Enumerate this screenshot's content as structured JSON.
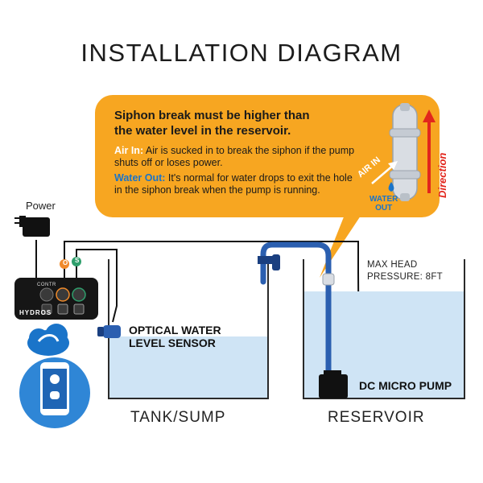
{
  "title": "INSTALLATION DIAGRAM",
  "callout": {
    "heading_line1": "Siphon break must be higher than",
    "heading_line2": "the water level in the reservoir.",
    "air_in_label": "Air In:",
    "air_in_text": " Air is sucked in to break the siphon if the pump shuts off or loses power.",
    "water_out_label": "Water Out:",
    "water_out_text": " It's normal for water drops to exit the hole in the siphon break when the pump is running.",
    "air_in_arrow_label": "AIR IN",
    "water_out_arrow_line1": "WATER",
    "water_out_arrow_line2": "OUT",
    "direction_label": "Direction"
  },
  "labels": {
    "power": "Power",
    "optical_sensor_line1": "OPTICAL WATER",
    "optical_sensor_line2": "LEVEL SENSOR",
    "max_head_line1": "MAX HEAD",
    "max_head_line2": "PRESSURE: 8FT",
    "pump": "DC MICRO PUMP",
    "tank": "TANK/SUMP",
    "reservoir": "RESERVOIR"
  },
  "controller": {
    "brand": "HYDROS",
    "small_text": "CONTR",
    "port_o": "O",
    "port_s": "S"
  },
  "colors": {
    "callout_orange": "#f7a621",
    "water_light": "#cfe4f5",
    "tube_blue": "#2b5fb0",
    "water_out_blue": "#1a74c9",
    "direction_red": "#e2261c",
    "port_o_color": "#f08a2a",
    "port_s_color": "#2f9e6c"
  }
}
